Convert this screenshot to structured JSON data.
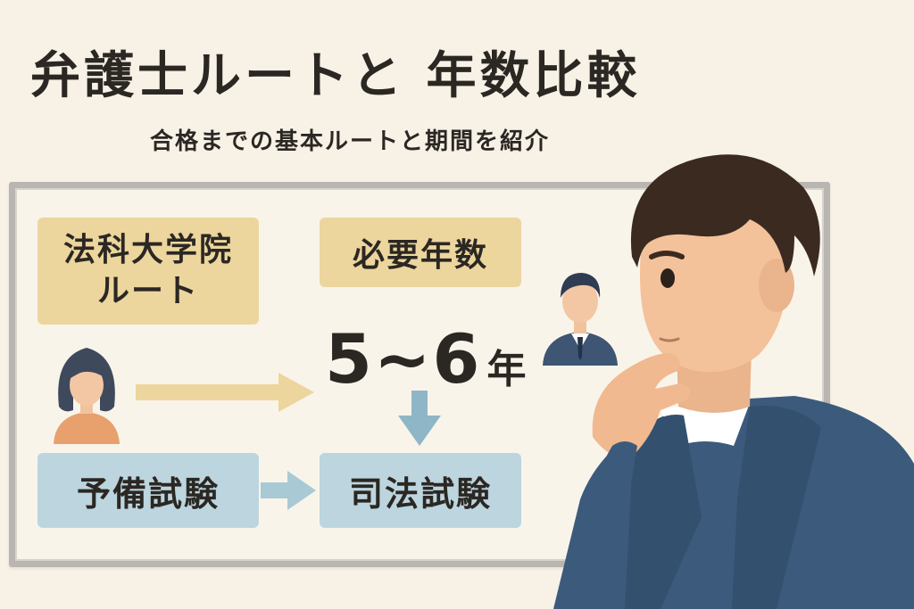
{
  "header": {
    "title": "弁護士ルートと 年数比較",
    "subtitle": "合格までの基本ルートと期間を紹介"
  },
  "board": {
    "law_school_route": {
      "line1": "法科大学院",
      "line2": "ルート"
    },
    "required_years_label": "必要年数",
    "years_value": "5~6",
    "years_unit": "年",
    "preliminary_exam": "予備試験",
    "bar_exam": "司法試験"
  },
  "colors": {
    "background": "#f7f1e6",
    "yellow_box": "#ecd69d",
    "blue_box": "#bcd5de",
    "yellow_arrow": "#ecd69d",
    "blue_arrow": "#8fb6c6",
    "suit": "#3c5a7c"
  },
  "icons": [
    "woman-avatar-icon",
    "man-avatar-icon",
    "arrow-right-icon",
    "arrow-down-icon"
  ]
}
